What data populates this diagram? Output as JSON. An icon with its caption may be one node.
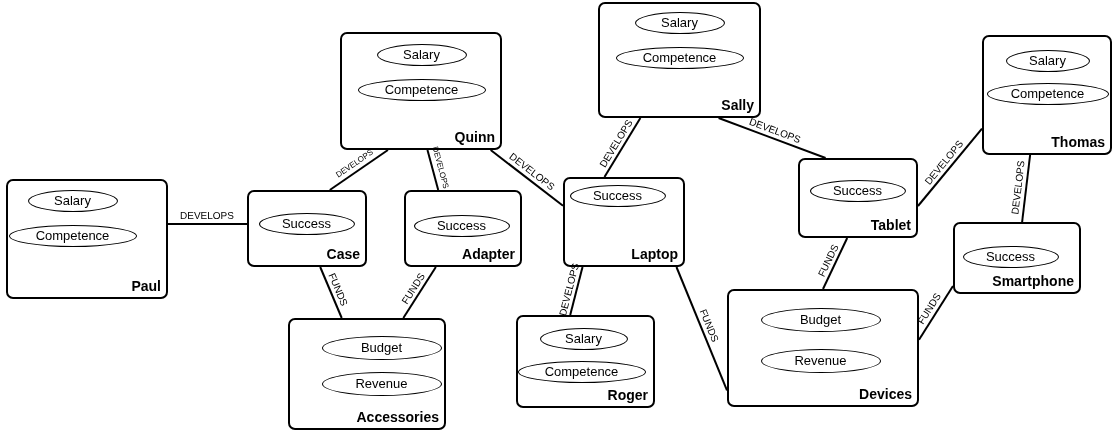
{
  "diagram": {
    "nodes": [
      {
        "text": [
          "Quinn"
        ]
      },
      {
        "text": [
          "Salary"
        ],
        "in": 0
      },
      {
        "text": [
          "Competence"
        ],
        "in": 0
      },
      {
        "text": [
          "Sally"
        ]
      },
      {
        "text": [
          "Salary"
        ],
        "in": 3
      },
      {
        "text": [
          "Competence"
        ],
        "in": 3
      },
      {
        "text": [
          "Thomas"
        ]
      },
      {
        "text": [
          "Salary"
        ],
        "in": 6
      },
      {
        "text": [
          "Competence"
        ],
        "in": 6
      },
      {
        "text": [
          "Paul"
        ]
      },
      {
        "text": [
          "Salary"
        ],
        "in": 9
      },
      {
        "text": [
          "Competence"
        ],
        "in": 9
      },
      {
        "text": [
          "Case"
        ]
      },
      {
        "text": [
          "Success"
        ],
        "in": 12
      },
      {
        "text": [
          "Adapter"
        ]
      },
      {
        "text": [
          "Success"
        ],
        "in": 14
      },
      {
        "text": [
          "Laptop"
        ]
      },
      {
        "text": [
          "Success"
        ],
        "in": 16
      },
      {
        "text": [
          "Tablet"
        ]
      },
      {
        "text": [
          "Success"
        ],
        "in": 18
      },
      {
        "text": [
          "Smartphone"
        ]
      },
      {
        "text": [
          "Success"
        ],
        "in": 20
      },
      {
        "text": [
          "Accessories"
        ]
      },
      {
        "text": [
          "Budget"
        ],
        "in": 22
      },
      {
        "text": [
          "Revenue"
        ],
        "in": 22
      },
      {
        "text": [
          "Roger"
        ]
      },
      {
        "text": [
          "Salary"
        ],
        "in": 25
      },
      {
        "text": [
          "Competence"
        ],
        "in": 25
      },
      {
        "text": [
          "Devices"
        ]
      },
      {
        "text": [
          "Budget"
        ],
        "in": 28
      },
      {
        "text": [
          "Revenue"
        ],
        "in": 28
      }
    ],
    "edges": [
      {
        "from": 9,
        "to": 12,
        "arrow": "none",
        "label": "DEVELOPS"
      },
      {
        "from": 0,
        "to": 12,
        "arrow": "none",
        "label": "DEVELOPS"
      },
      {
        "from": 0,
        "to": 14,
        "arrow": "none",
        "label": "DEVELOPS"
      },
      {
        "from": 0,
        "to": 16,
        "arrow": "none",
        "label": "DEVELOPS"
      },
      {
        "from": 3,
        "to": 16,
        "arrow": "none",
        "label": "DEVELOPS"
      },
      {
        "from": 3,
        "to": 18,
        "arrow": "none",
        "label": "DEVELOPS"
      },
      {
        "from": 6,
        "to": 18,
        "arrow": "none",
        "label": "DEVELOPS"
      },
      {
        "from": 6,
        "to": 20,
        "arrow": "none",
        "label": "DEVELOPS"
      },
      {
        "from": 25,
        "to": 16,
        "arrow": "none",
        "label": "DEVELOPS"
      },
      {
        "from": 12,
        "to": 22,
        "arrow": "none",
        "label": "FUNDS"
      },
      {
        "from": 14,
        "to": 22,
        "arrow": "none",
        "label": "FUNDS"
      },
      {
        "from": 16,
        "to": 28,
        "arrow": "none",
        "label": "FUNDS"
      },
      {
        "from": 18,
        "to": 28,
        "arrow": "none",
        "label": "FUNDS"
      },
      {
        "from": 20,
        "to": 28,
        "arrow": "none",
        "label": "FUNDS"
      }
    ]
  }
}
